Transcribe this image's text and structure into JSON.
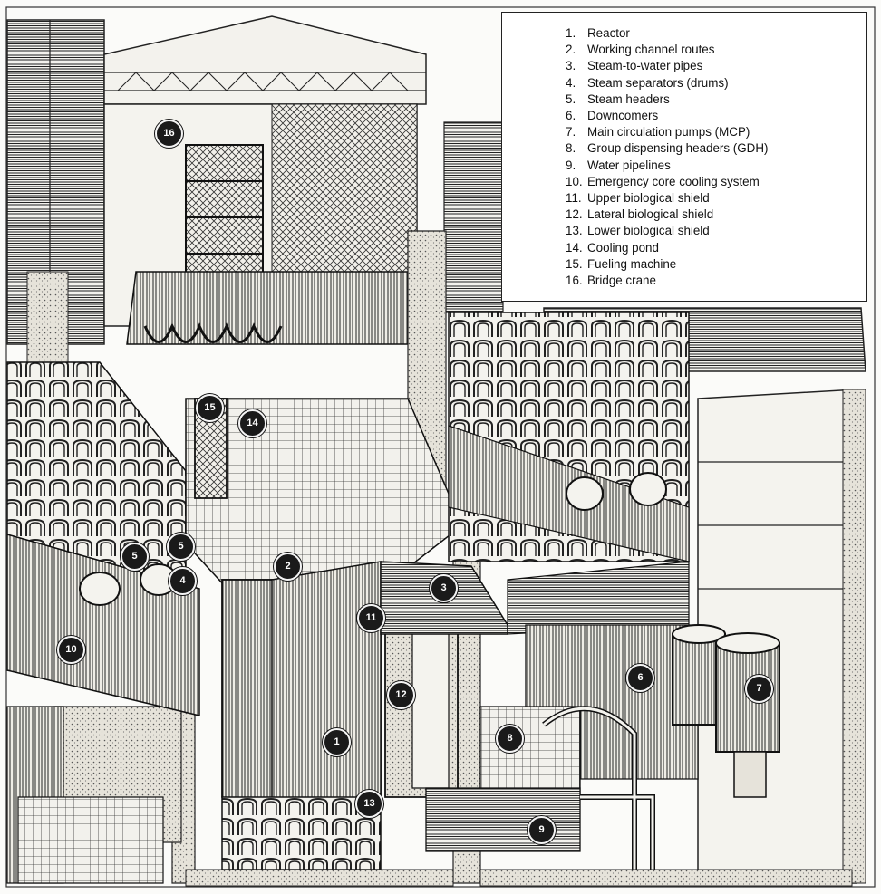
{
  "legend": {
    "items": [
      {
        "num": "1.",
        "label": "Reactor"
      },
      {
        "num": "2.",
        "label": "Working channel routes"
      },
      {
        "num": "3.",
        "label": "Steam-to-water pipes"
      },
      {
        "num": "4.",
        "label": "Steam separators (drums)"
      },
      {
        "num": "5.",
        "label": "Steam headers"
      },
      {
        "num": "6.",
        "label": "Downcomers"
      },
      {
        "num": "7.",
        "label": "Main circulation pumps (MCP)"
      },
      {
        "num": "8.",
        "label": "Group dispensing headers (GDH)"
      },
      {
        "num": "9.",
        "label": "Water pipelines"
      },
      {
        "num": "10.",
        "label": "Emergency core cooling system"
      },
      {
        "num": "11.",
        "label": "Upper biological shield"
      },
      {
        "num": "12.",
        "label": "Lateral biological shield"
      },
      {
        "num": "13.",
        "label": "Lower biological shield"
      },
      {
        "num": "14.",
        "label": "Cooling pond"
      },
      {
        "num": "15.",
        "label": "Fueling machine"
      },
      {
        "num": "16.",
        "label": "Bridge crane"
      }
    ]
  },
  "markers": [
    {
      "label": "16",
      "name": "marker-bridge-crane"
    },
    {
      "label": "15",
      "name": "marker-fueling-machine"
    },
    {
      "label": "14",
      "name": "marker-cooling-pond"
    },
    {
      "label": "2",
      "name": "marker-working-channel-routes"
    },
    {
      "label": "3",
      "name": "marker-steam-to-water-pipes"
    },
    {
      "label": "5",
      "name": "marker-steam-headers"
    },
    {
      "label": "5",
      "name": "marker-steam-headers-2"
    },
    {
      "label": "4",
      "name": "marker-steam-separators"
    },
    {
      "label": "11",
      "name": "marker-upper-biological-shield"
    },
    {
      "label": "10",
      "name": "marker-emergency-core-cooling"
    },
    {
      "label": "12",
      "name": "marker-lateral-biological-shield"
    },
    {
      "label": "1",
      "name": "marker-reactor"
    },
    {
      "label": "13",
      "name": "marker-lower-biological-shield"
    },
    {
      "label": "8",
      "name": "marker-group-dispensing-headers"
    },
    {
      "label": "9",
      "name": "marker-water-pipelines"
    },
    {
      "label": "6",
      "name": "marker-downcomers"
    },
    {
      "label": "7",
      "name": "marker-main-circulation-pumps"
    }
  ],
  "colors": {
    "ink": "#1a1a1a",
    "paper": "#fbfbf9",
    "concrete": "#d9d6cc",
    "marker_fill": "#1a1a1a"
  }
}
